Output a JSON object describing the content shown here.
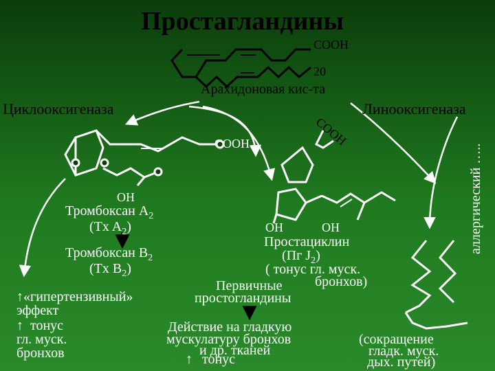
{
  "title": "Простагландины",
  "top_molecule": {
    "cooh": "COOH",
    "number": "20",
    "name": "Арахидоновая кис-та"
  },
  "enzymes": {
    "left": "Циклооксигеназа",
    "right": "Линооксигеназа"
  },
  "cooh_small": "COOH",
  "cooh_curve": "COOH",
  "left_column": {
    "oh": "OH",
    "tx_a2_name": "Тромбоксан  A",
    "tx_a2_sub": "2",
    "tx_a2_abbr": "(Tx  A",
    "tx_a2_abbr_sub": "2",
    "tx_a2_abbr_close": ")",
    "tx_b2_name": "Тромбоксан B",
    "tx_b2_sub": "2",
    "tx_b2_abbr": "(Tx  B",
    "tx_b2_abbr_sub": "2",
    "tx_b2_abbr_close": ")",
    "effect_line1": "«гипертензивный»",
    "effect_line2": "эффект",
    "tonus_line1": "тонус",
    "tonus_line2": "гл. муск.",
    "tonus_line3": "бронхов"
  },
  "center": {
    "oh_left": "OH",
    "oh_right": "OH",
    "prostacyclin": "Простациклин",
    "pg_abbr": "(Пг J",
    "pg_sub": "2",
    "pg_close": ")",
    "tonus_text": "( тонус гл. муск.",
    "tonus_text2": "бронхов)",
    "primary_line1": "Первичные",
    "primary_line2": "простогландины",
    "action_line1": "Действие на гладкую",
    "action_line2": "мускулатуру бронхов",
    "action_line3": "и др. тканей",
    "action_line4": "тонус"
  },
  "right_column": {
    "allergic": "аллергический …..",
    "contraction_line1": "(сокращение",
    "contraction_line2": "гладк. муск.",
    "contraction_line3": "дых. путей)"
  },
  "colors": {
    "bg_top": "#0b3d0b",
    "bg_bottom": "#2a8a2a",
    "ink": "#ffffff",
    "title": "#000000"
  }
}
